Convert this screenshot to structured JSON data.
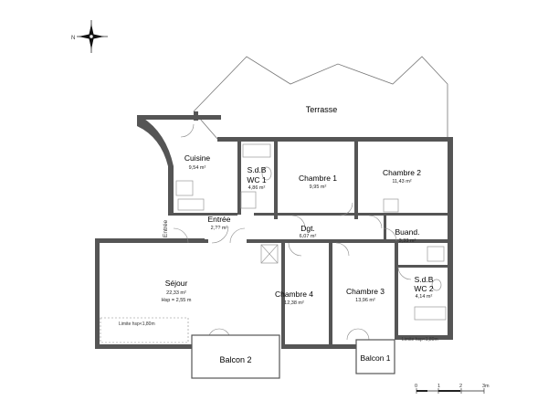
{
  "compass": {
    "north_label": "N"
  },
  "rooms": {
    "terrasse": {
      "name": "Terrasse"
    },
    "cuisine": {
      "name": "Cuisine",
      "area": "9,54 m²"
    },
    "sdb_wc1": {
      "name_line1": "S.d.B",
      "name_line2": "WC 1",
      "area": "4,86 m²"
    },
    "chambre1": {
      "name": "Chambre 1",
      "area": "9,95 m²"
    },
    "chambre2": {
      "name": "Chambre 2",
      "area": "11,43 m²"
    },
    "entree": {
      "name": "Entrée",
      "area": "2,?? m²",
      "door_label": "Entrée"
    },
    "dgt": {
      "name": "Dgt.",
      "area": "6,07 m²"
    },
    "buand": {
      "name": "Buand.",
      "area": "3,33 m²"
    },
    "sejour": {
      "name": "Séjour",
      "area": "22,33 m²",
      "hsp": "Hsp = 2,55 m"
    },
    "chambre4": {
      "name": "Chambre 4",
      "area": "12,38 m²"
    },
    "chambre3": {
      "name": "Chambre 3",
      "area": "13,96 m²"
    },
    "sdb_wc2": {
      "name_line1": "S.d.B",
      "name_line2": "WC 2",
      "area": "4,14 m²"
    },
    "balcon1": {
      "name": "Balcon 1"
    },
    "balcon2": {
      "name": "Balcon 2"
    }
  },
  "notes": {
    "limite_left": "Limite hsp<1,80m",
    "limite_right": "Limite hsp<1,80m"
  },
  "scale_bar": {
    "ticks": [
      "0",
      "1",
      "2",
      "3m"
    ]
  }
}
